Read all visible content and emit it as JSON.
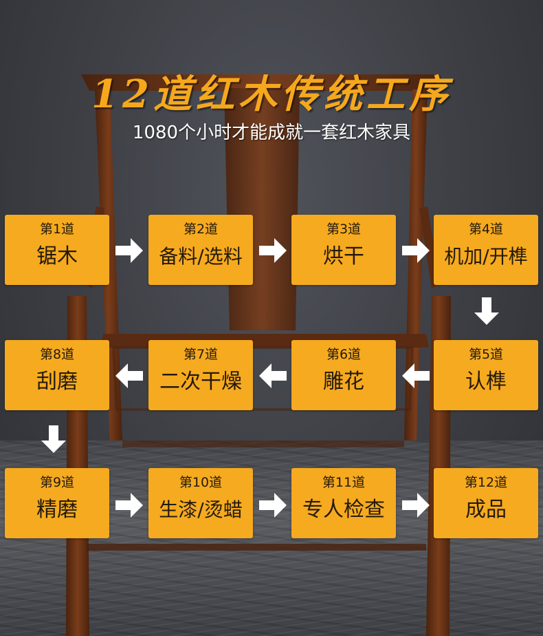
{
  "header": {
    "title": "12道红木传统工序",
    "subtitle": "1080个小时才能成就一套红木家具"
  },
  "steps": [
    {
      "number": "第1道",
      "name": "锯木"
    },
    {
      "number": "第2道",
      "name": "备料/选料"
    },
    {
      "number": "第3道",
      "name": "烘干"
    },
    {
      "number": "第4道",
      "name": "机加/开榫"
    },
    {
      "number": "第5道",
      "name": "认榫"
    },
    {
      "number": "第6道",
      "name": "雕花"
    },
    {
      "number": "第7道",
      "name": "二次干燥"
    },
    {
      "number": "第8道",
      "name": "刮磨"
    },
    {
      "number": "第9道",
      "name": "精磨"
    },
    {
      "number": "第10道",
      "name": "生漆/烫蜡"
    },
    {
      "number": "第11道",
      "name": "专人检查"
    },
    {
      "number": "第12道",
      "name": "成品"
    }
  ],
  "arrows": [
    "right",
    "right",
    "right",
    "down",
    "left",
    "left",
    "left",
    "down",
    "right",
    "right",
    "right"
  ],
  "colors": {
    "accent": "#f6aa1f",
    "background": "#3a3c41",
    "wood": "#6b3518",
    "text_dark": "#241a0d"
  }
}
